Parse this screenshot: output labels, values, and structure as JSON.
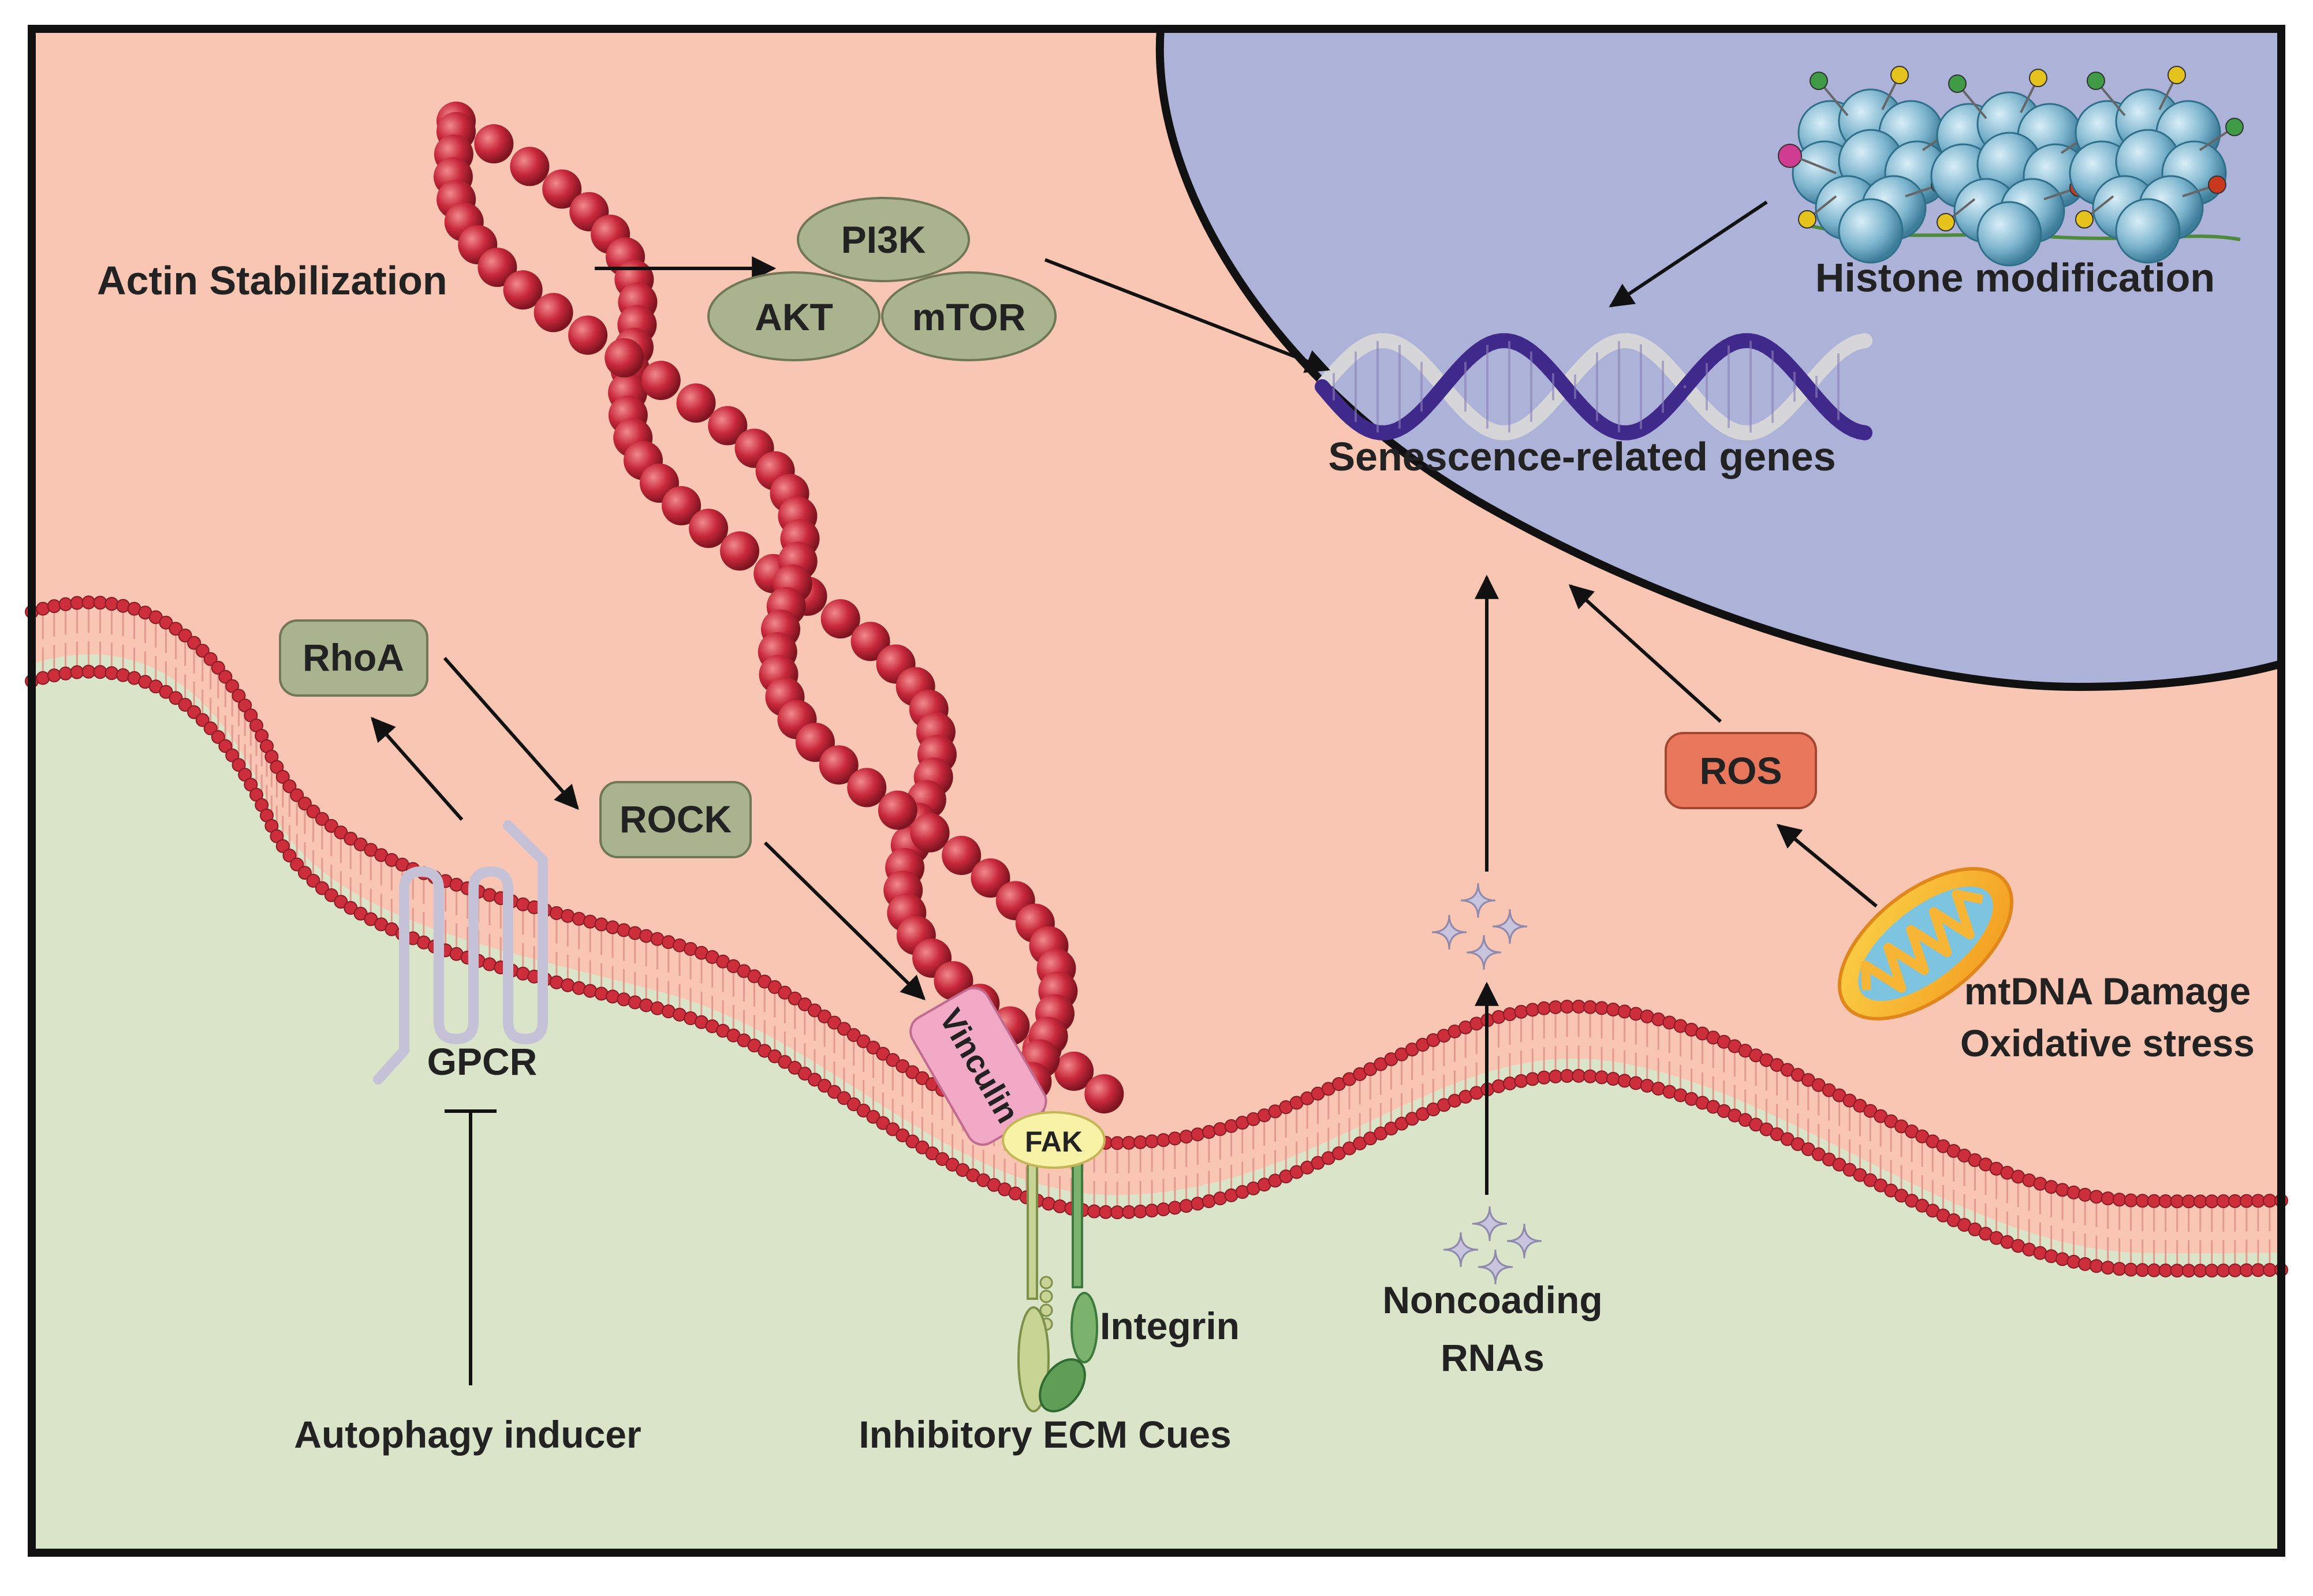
{
  "labels": {
    "actin_stabilization": "Actin Stabilization",
    "pi3k": "PI3K",
    "akt": "AKT",
    "mtor": "mTOR",
    "histone_modification": "Histone modification",
    "senescence_genes": "Senescence-related genes",
    "rhoa": "RhoA",
    "rock": "ROCK",
    "ros": "ROS",
    "vinculin": "Vinculin",
    "fak": "FAK",
    "gpcr": "GPCR",
    "integrin": "Integrin",
    "noncoding_line1": "Noncoading",
    "noncoding_line2": "RNAs",
    "mtdna_line1": "mtDNA Damage",
    "mtdna_line2": "Oxidative stress",
    "autophagy_inducer": "Autophagy inducer",
    "inhibitory_ecm": "Inhibitory ECM Cues"
  },
  "colors": {
    "cytoplasm": "#f8c6b2",
    "extracellular": "#d9e4c8",
    "nucleus": "#adb3d8",
    "protein_green": "#a9b38d",
    "ros": "#e8775c",
    "vinculin": "#f2a9c6",
    "fak": "#f8f2a6",
    "lipid_head": "#cc2f3b",
    "actin": "#c8283a",
    "dna_purple": "#3f2a8c",
    "dna_grey": "#d6d6d8"
  }
}
